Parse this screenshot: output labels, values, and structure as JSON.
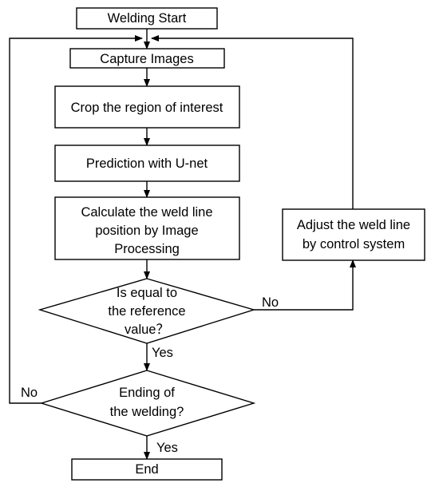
{
  "flowchart": {
    "nodes": {
      "start": "Welding Start",
      "capture": "Capture Images",
      "crop": "Crop the region of interest",
      "predict": "Prediction with U-net",
      "calc": [
        "Calculate the weld line",
        "position by Image",
        "Processing"
      ],
      "decision_equal": [
        "Is equal to",
        "the reference",
        "value？"
      ],
      "adjust": [
        "Adjust the weld line",
        "by control system"
      ],
      "decision_end": [
        "Ending of",
        "the welding?"
      ],
      "end": "End"
    },
    "edge_labels": {
      "equal_no": "No",
      "equal_yes": "Yes",
      "end_no": "No",
      "end_yes": "Yes"
    }
  }
}
